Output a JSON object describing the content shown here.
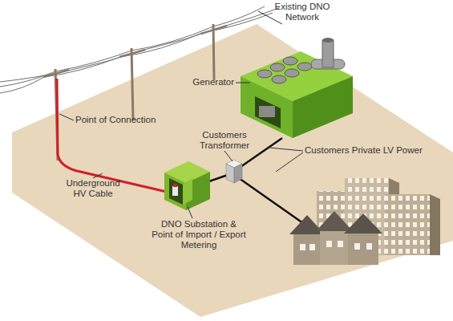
{
  "diagram": {
    "labels": [
      "Existing DNO Network",
      "Generator",
      "Point of Connection",
      "Customers Transformer",
      "Customers Private LV Power",
      "Underground HV Cable",
      "DNO Substation & Point of Import / Export Metering"
    ]
  }
}
